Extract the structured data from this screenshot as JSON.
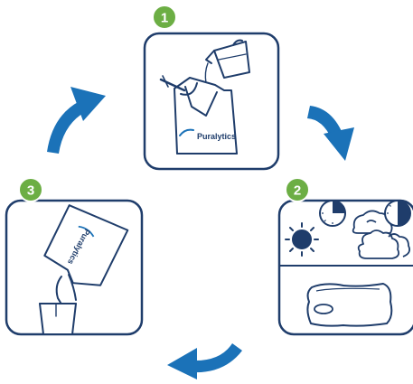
{
  "steps": [
    {
      "number": "1",
      "brand_label": "Puralytics"
    },
    {
      "number": "2"
    },
    {
      "number": "3",
      "brand_label": "Puralytics"
    }
  ],
  "colors": {
    "badge_green": "#6cae44",
    "outline_navy": "#1f3d6b",
    "arrow_blue": "#1b72b8"
  },
  "icons": [
    "pitcher-icon",
    "bag-icon",
    "sun-icon",
    "clock-icon",
    "cloud-icon",
    "cup-icon"
  ]
}
